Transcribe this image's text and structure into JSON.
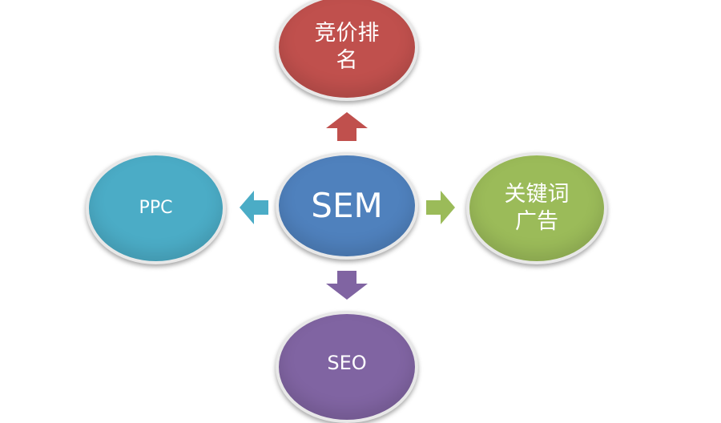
{
  "diagram": {
    "center": {
      "label": "SEM",
      "color": "#4f81bd"
    },
    "top": {
      "label_line1": "竞价排",
      "label_line2": "名",
      "color": "#c0504d"
    },
    "left": {
      "label": "PPC",
      "color": "#4bacc6"
    },
    "right": {
      "label_line1": "关键词",
      "label_line2": "广告",
      "color": "#9bbb59"
    },
    "bottom": {
      "label": "SEO",
      "color": "#8064a2"
    }
  }
}
